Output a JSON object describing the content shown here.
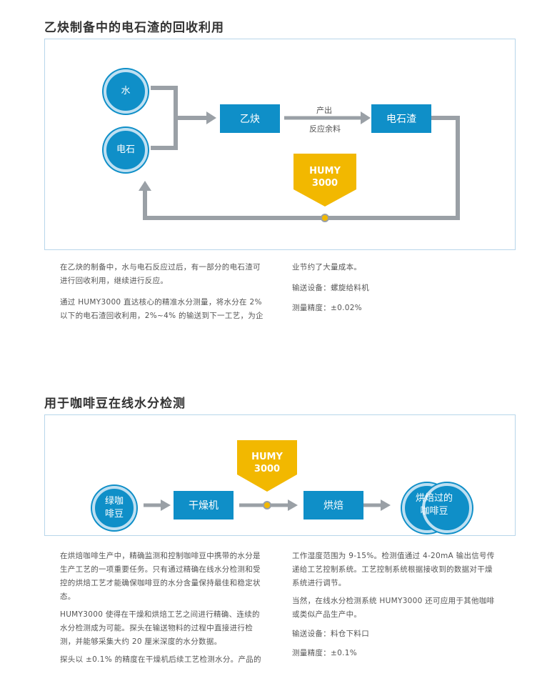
{
  "section1": {
    "title": "乙炔制备中的电石渣的回收利用",
    "nodes": {
      "water": "水",
      "carbide": "电石",
      "acetylene": "乙炔",
      "slag": "电石渣"
    },
    "arrow_top_label": "产出",
    "arrow_bottom_label": "反应余料",
    "badge_line1": "HUMY",
    "badge_line2": "3000",
    "paragraphs_left": [
      "在乙炔的制备中，水与电石反应过后，有一部分的电石渣可",
      "进行回收利用，继续进行反应。",
      "通过 HUMY3000 直达核心的精准水分测量，将水分在 2%",
      "以下的电石渣回收利用，2%~4% 的输送到下一工艺，为企"
    ],
    "paragraphs_right": [
      "业节约了大量成本。",
      "输送设备：螺旋给料机",
      "测量精度：±0.02%"
    ]
  },
  "section2": {
    "title": "用于咖啡豆在线水分检测",
    "nodes": {
      "green_bean_l1": "绿咖",
      "green_bean_l2": "啡豆",
      "dryer": "干燥机",
      "roast": "烘焙",
      "roasted_l1": "烘焙过的",
      "roasted_l2": "咖啡豆"
    },
    "badge_line1": "HUMY",
    "badge_line2": "3000",
    "paragraphs_left": [
      "在烘焙咖啡生产中，精确监测和控制咖啡豆中携带的水分是",
      "生产工艺的一项重要任务。只有通过精确在线水分检测和受",
      "控的烘焙工艺才能确保咖啡豆的水分含量保持最佳和稳定状",
      "态。",
      "HUMY3000 使得在干燥和烘焙工艺之间进行精确、连续的",
      "水分检测成为可能。探头在输送物料的过程中直接进行检",
      "测，并能够采集大约 20 厘米深度的水分数据。",
      "探头以 ±0.1% 的精度在干燥机后续工艺检测水分。产品的"
    ],
    "paragraphs_right": [
      "工作湿度范围为 9-15%。检测值通过 4-20mA 输出信号传",
      "递给工艺控制系统。工艺控制系统根据接收到的数据对干燥",
      "系统进行调节。",
      "当然，在线水分检测系统 HUMY3000 还可应用于其他咖啡",
      "或类似产品生产中。",
      "输送设备：料仓下料口",
      "测量精度：±0.1%"
    ]
  },
  "colors": {
    "primary_blue": "#0f8fc8",
    "badge_yellow": "#f2b800",
    "line_gray": "#9aa0a6",
    "border_light_blue": "#b8d6ea"
  }
}
